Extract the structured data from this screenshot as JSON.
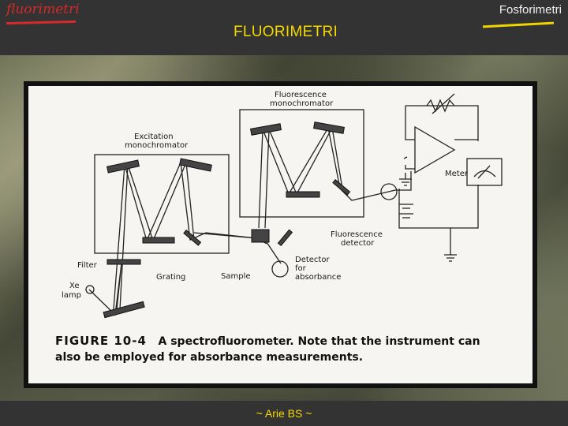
{
  "header": {
    "left_logo": "fluorimetri",
    "right_title": "Fosforimetri",
    "main_title": "FLUORIMETRI"
  },
  "figure": {
    "labels": {
      "fluorescence_monochromator_1": "Fluorescence",
      "fluorescence_monochromator_2": "monochromator",
      "excitation_monochromator_1": "Excitation",
      "excitation_monochromator_2": "monochromator",
      "meter": "Meter",
      "fluorescence_detector_1": "Fluorescence",
      "fluorescence_detector_2": "detector",
      "filter": "Filter",
      "xe_lamp_1": "Xe",
      "xe_lamp_2": "lamp",
      "grating": "Grating",
      "sample": "Sample",
      "detector_absorbance_1": "Detector",
      "detector_absorbance_2": "for",
      "detector_absorbance_3": "absorbance"
    },
    "caption_number": "FIGURE 10-4",
    "caption_line1": "A spectrofluorometer. Note that the instrument can",
    "caption_line2": "also be employed for absorbance measurements."
  },
  "footer": {
    "author": "~ Arie BS ~"
  }
}
